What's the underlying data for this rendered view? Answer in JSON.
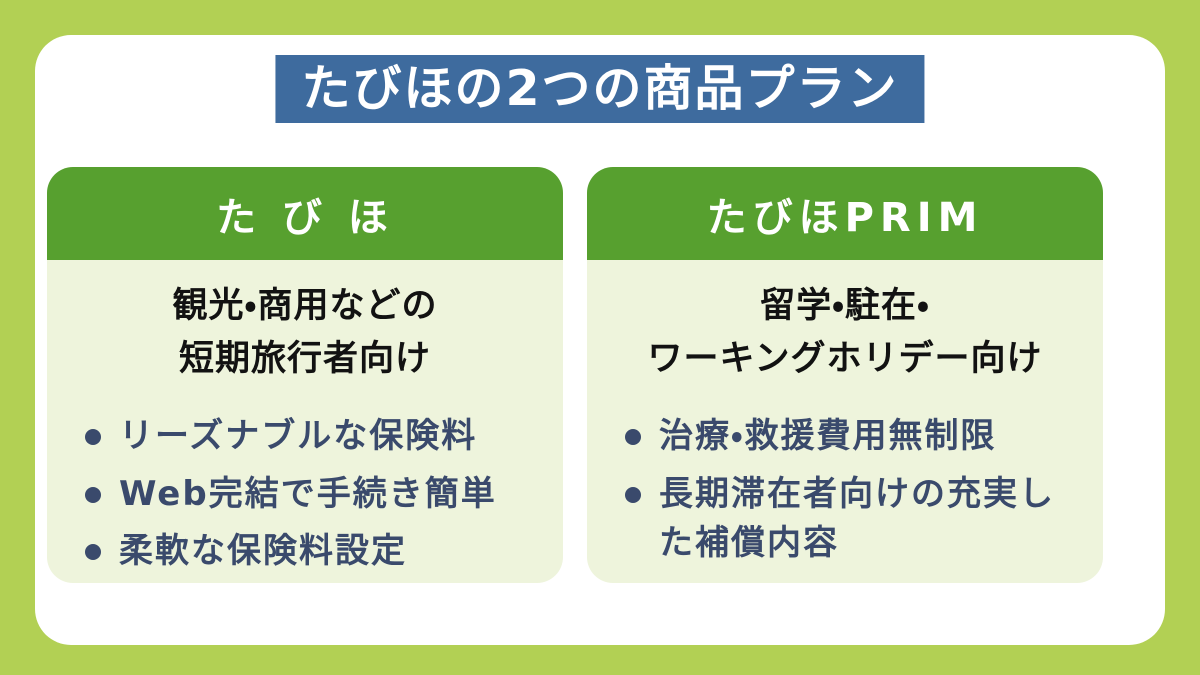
{
  "slide": {
    "title": "たびほの2つの商品プラン"
  },
  "colors": {
    "background": "#b2d054",
    "panel": "#ffffff",
    "title_banner_bg": "#3e6b9e",
    "title_text": "#ffffff",
    "card_header_bg": "#57a02f",
    "card_header_text": "#ffffff",
    "card_body_bg": "#eef4dc",
    "audience_text": "#121212",
    "feature_text": "#3a4a6c"
  },
  "cards": [
    {
      "header": "た び ほ",
      "audience_lines": [
        "観光・商用などの",
        "短期旅行者向け"
      ],
      "features": [
        "リーズナブルな保険料",
        "Web完結で手続き簡単",
        "柔軟な保険料設定"
      ]
    },
    {
      "header": "たびほPRIM",
      "audience_lines": [
        "留学・駐在・",
        "ワーキングホリデー向け"
      ],
      "features": [
        "治療・救援費用無制限",
        "長期滞在者向けの充実した補償内容"
      ]
    }
  ]
}
